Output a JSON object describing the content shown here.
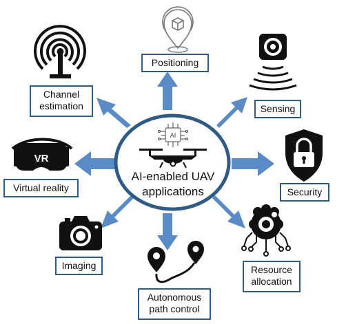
{
  "center": {
    "title": "AI-enabled UAV\napplications",
    "chip_label": "AI"
  },
  "applications": [
    {
      "id": "positioning",
      "label": "Positioning",
      "icon": "location-pin-box-icon"
    },
    {
      "id": "sensing",
      "label": "Sensing",
      "icon": "camera-sensor-waves-icon"
    },
    {
      "id": "security",
      "label": "Security",
      "icon": "padlock-shield-icon"
    },
    {
      "id": "resource",
      "label": "Resource\nallocation",
      "icon": "gear-network-icon"
    },
    {
      "id": "path",
      "label": "Autonomous\npath control",
      "icon": "route-pins-icon"
    },
    {
      "id": "imaging",
      "label": "Imaging",
      "icon": "camera-icon"
    },
    {
      "id": "vr",
      "label": "Virtual reality",
      "icon": "vr-headset-icon",
      "icon_text": "VR"
    },
    {
      "id": "channel",
      "label": "Channel\nestimation",
      "icon": "antenna-tower-icon"
    }
  ],
  "colors": {
    "arrow": "#5b8bc6",
    "box_border": "#2f5b84",
    "ellipse_border": "#2f5b84",
    "icon": "#111111"
  }
}
